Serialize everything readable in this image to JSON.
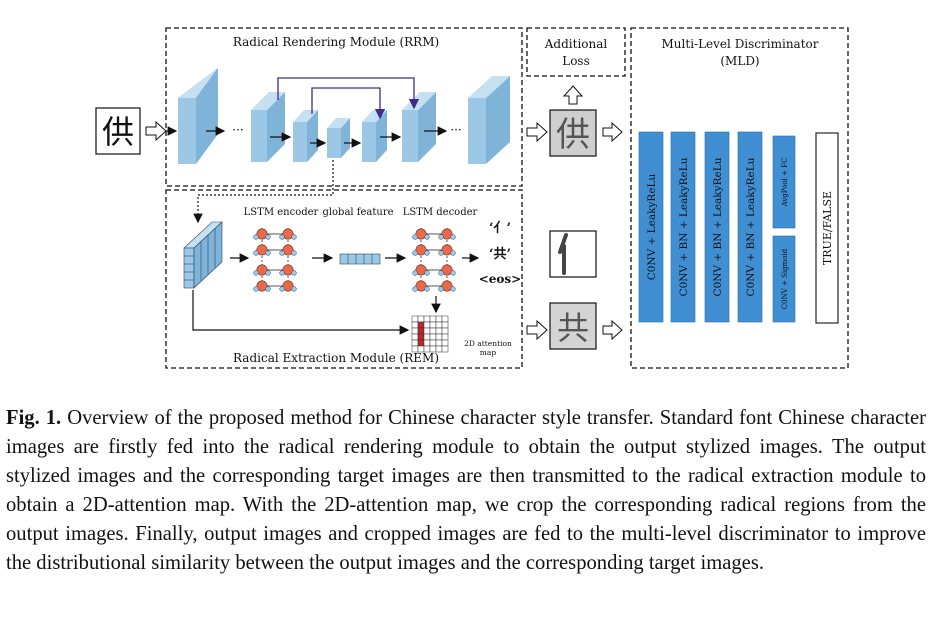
{
  "figure": {
    "rrm_title": "Radical Rendering Module (RRM)",
    "rem_title": "Radical Extraction Module (REM)",
    "additional_loss_line1": "Additional",
    "additional_loss_line2": "Loss",
    "mld_title_line1": "Multi-Level Discriminator",
    "mld_title_line2": "(MLD)",
    "lstm_encoder": "LSTM encoder",
    "global_feature": "global feature",
    "lstm_decoder": "LSTM decoder",
    "dec_out_1": "‘亻’",
    "dec_out_2": "‘共’",
    "dec_out_3": "<eos>",
    "attention_line1": "2D attention",
    "attention_line2": "map",
    "input_char": "供",
    "output_char": "供",
    "crop_char": "共",
    "ellipsis": "···",
    "disc_labels": [
      "C0NV + LeakyReLu",
      "C0NV + BN + LeakyReLu",
      "C0NV + BN + LeakyReLu",
      "C0NV + BN + LeakyReLu"
    ],
    "avgpool_label": "AvgPool + FC",
    "conv_sigmoid_label": "C0NV + Sigmoid",
    "true_false": "TRUE/FALSE",
    "colors": {
      "block": "#9cc8e6",
      "block_top": "#c4e0f2",
      "block_side": "#6fa6cc",
      "disc": "#3f8fd2",
      "node": "#e86a4a",
      "skip": "#3f2a8c"
    }
  },
  "caption": {
    "label": "Fig. 1.",
    "text": "Overview of the proposed method for Chinese character style transfer. Standard font Chinese character images are firstly fed into the radical rendering module to obtain the output stylized images. The output stylized images and the corresponding target images are then transmitted to the radical extraction module to obtain a 2D-attention map. With the 2D-attention map, we crop the corresponding radical regions from the output images. Finally, output images and cropped images are fed to the multi-level discriminator to improve the distributional similarity between the output images and the corresponding target images."
  }
}
